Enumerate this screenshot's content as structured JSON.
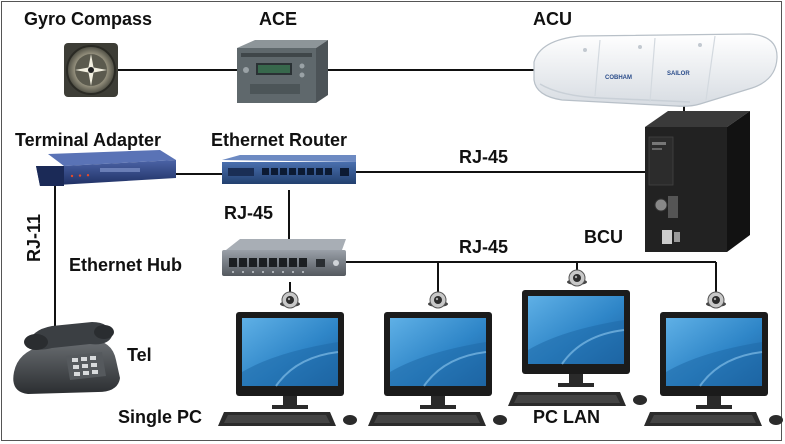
{
  "labels": {
    "gyro_compass": "Gyro Compass",
    "ace": "ACE",
    "acu": "ACU",
    "terminal_adapter": "Terminal Adapter",
    "ethernet_router": "Ethernet Router",
    "rj45_router_bcu": "RJ-45",
    "rj45_router_hub": "RJ-45",
    "rj45_hub_lan": "RJ-45",
    "rj11": "RJ-11",
    "bcu": "BCU",
    "ethernet_hub": "Ethernet Hub",
    "tel": "Tel",
    "single_pc": "Single PC",
    "pc_lan": "PC LAN"
  },
  "device_text": {
    "acu_brand": "COBHAM",
    "acu_model": "SAILOR"
  },
  "colors": {
    "line": "#111111",
    "router_blue": "#2d4e86",
    "terminal_blue": "#2a3f7a",
    "hub_gray": "#6b7078",
    "screen_blue": "#2f86c8",
    "bcu_black": "#1c1c1c",
    "acu_white": "#eef1f4"
  },
  "icons": [
    "gyro-compass-icon",
    "ace-unit-icon",
    "acu-dome-icon",
    "terminal-adapter-icon",
    "ethernet-router-icon",
    "bcu-unit-icon",
    "ethernet-hub-icon",
    "telephone-icon",
    "monitor-icon",
    "webcam-icon",
    "keyboard-icon"
  ]
}
